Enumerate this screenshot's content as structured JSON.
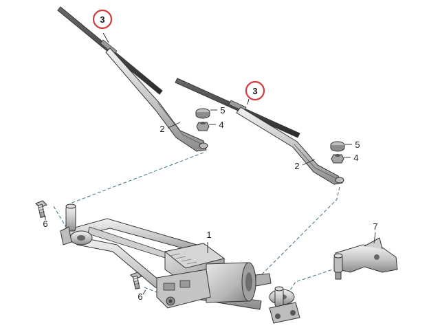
{
  "callouts": {
    "motor": "1",
    "wiper_arm_left": "2",
    "wiper_arm_right": "2",
    "wiper_blade_left": "3",
    "wiper_blade_right": "3",
    "nut_left": "4",
    "nut_right": "4",
    "cap_left": "5",
    "cap_right": "5",
    "bolt_left": "6",
    "bolt_center": "6",
    "bracket": "7"
  },
  "colors": {
    "highlight_ring": "#d23b3b",
    "dashed_leader": "#3c6e86",
    "metal_light": "#d9d9d9",
    "metal_dark": "#8a8a8a",
    "blade_black": "#3a3a3a"
  }
}
